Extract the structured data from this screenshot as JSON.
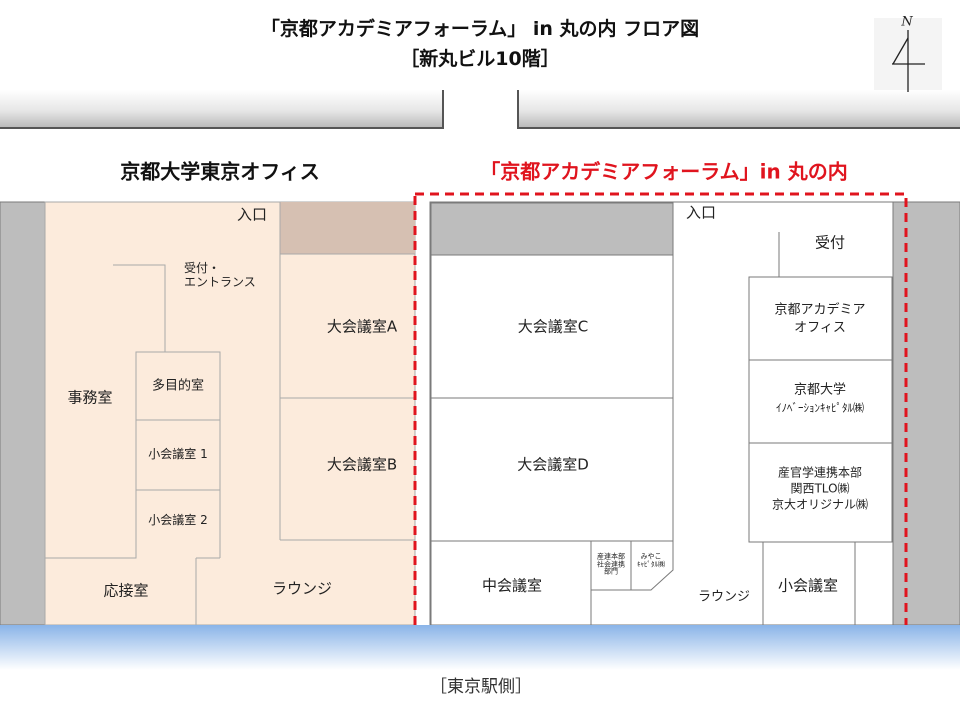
{
  "header": {
    "title_line1": "「京都アカデミアフォーラム」 in 丸の内 フロア図",
    "title_line2": "［新丸ビル10階］",
    "compass_label": "N"
  },
  "sections": {
    "left_heading": "京都大学東京オフィス",
    "right_heading": "「京都アカデミアフォーラム」in 丸の内"
  },
  "rooms": {
    "entrance_left": "入口",
    "reception_entrance_1": "受付・",
    "reception_entrance_2": "エントランス",
    "office": "事務室",
    "multipurpose": "多目的室",
    "small_meeting_1": "小会議室 1",
    "small_meeting_2": "小会議室 2",
    "reception_room": "応接室",
    "lounge_left": "ラウンジ",
    "large_a": "大会議室A",
    "large_b": "大会議室B",
    "large_c": "大会議室C",
    "large_d": "大会議室D",
    "medium_meeting": "中会議室",
    "tiny_room_1_l1": "産連本部",
    "tiny_room_1_l2": "社会連携",
    "tiny_room_1_l3": "部門",
    "tiny_room_2_l1": "みやこ",
    "tiny_room_2_l2": "ｷｬﾋﾟﾀﾙ㈱",
    "lounge_right": "ラウンジ",
    "entrance_right": "入口",
    "reception": "受付",
    "academia_office_1": "京都アカデミア",
    "academia_office_2": "オフィス",
    "innovation_1": "京都大学",
    "innovation_2": "ｲﾉﾍﾞｰｼｮﾝｷｬﾋﾟﾀﾙ㈱",
    "tlo_1": "産官学連携本部",
    "tlo_2": "関西TLO㈱",
    "tlo_3": "京大オリジナル㈱",
    "small_meeting_right": "小会議室"
  },
  "footer": {
    "station_side": "［東京駅側］"
  },
  "colors": {
    "kyoto_office_fill": "#fcebdc",
    "grey_fill": "#bdbdbd",
    "highlight_red": "#e0141e",
    "wall_stroke": "#7a7a7a"
  }
}
